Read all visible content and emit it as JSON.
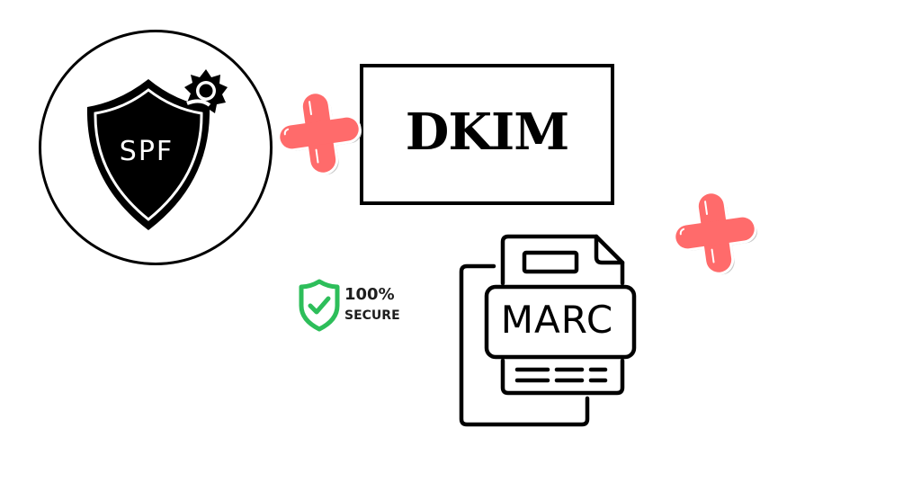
{
  "spf": {
    "label": "SPF",
    "icon": "shield-gear-icon"
  },
  "dkim": {
    "label": "DKIM"
  },
  "marc": {
    "label": "MARC",
    "icon": "document-icon"
  },
  "secure_badge": {
    "line1": "100%",
    "line2": "SECURE",
    "icon": "shield-check-icon",
    "color": "#2dbe5a"
  },
  "plus_signs": [
    {
      "icon": "plus-icon",
      "color": "#ff6b6b"
    },
    {
      "icon": "plus-icon",
      "color": "#ff6b6b"
    }
  ],
  "colors": {
    "plus": "#ff6b6b",
    "outline": "#000000",
    "background": "#ffffff",
    "secure_green": "#2dbe5a"
  }
}
